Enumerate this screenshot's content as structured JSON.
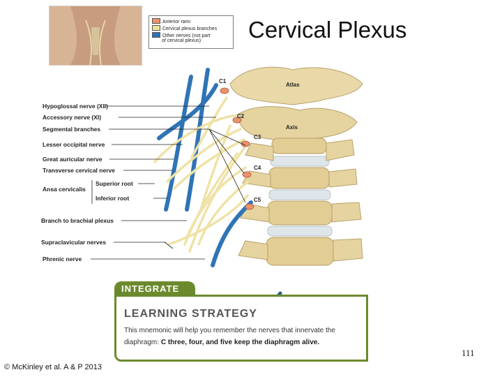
{
  "title": "Cervical Plexus",
  "legend": [
    {
      "label": "Anterior rami",
      "color": "#e8936b"
    },
    {
      "label": "Cervical plexus branches",
      "color": "#f1e39a"
    },
    {
      "label": "Other nerves (not part",
      "color": "#2f74b5"
    },
    {
      "label": "of cervical plexus)",
      "color": null
    }
  ],
  "vertebra_labels": {
    "c1": "C1",
    "c2": "C2",
    "c3": "C3",
    "c4": "C4",
    "c5": "C5",
    "atlas": "Atlas",
    "axis": "Axis"
  },
  "nerve_labels": {
    "hypoglossal": "Hypoglossal nerve (XII)",
    "accessory": "Accessory nerve (XI)",
    "segmental": "Segmental branches",
    "lesser_occipital": "Lesser occipital nerve",
    "great_auricular": "Great auricular nerve",
    "transverse_cervical": "Transverse cervical nerve",
    "ansa_cervicalis": "Ansa cervicalis",
    "superior_root": "Superior root",
    "inferior_root": "Inferior root",
    "branch_brachial": "Branch to brachial plexus",
    "supraclavicular": "Supraclavicular nerves",
    "phrenic": "Phrenic nerve"
  },
  "learning_box": {
    "tab": "INTEGRATE",
    "heading": "LEARNING STRATEGY",
    "line1": "This mnemonic will help you remember the nerves that innervate the",
    "line2_plain": "diaphragm: ",
    "line2_bold": "C three, four, and five keep the diaphragm alive."
  },
  "page_number": "111",
  "credit": "© McKinley et al. A & P 2013"
}
